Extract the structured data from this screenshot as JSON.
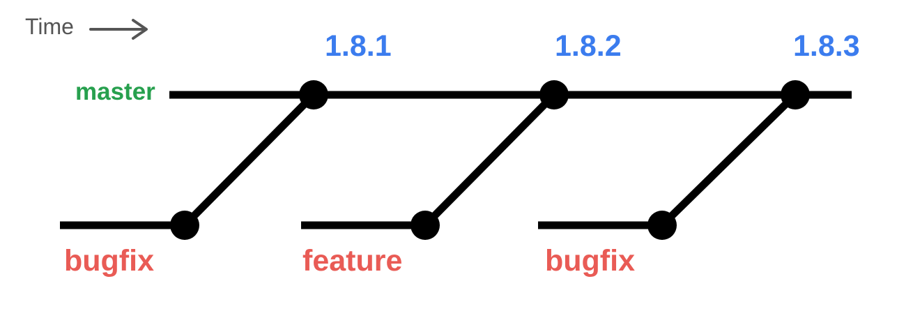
{
  "diagram": {
    "time_label": "Time",
    "colors": {
      "line-black": "#000000",
      "axis-gray": "#555555",
      "master-green": "#27a04e",
      "release-blue": "#3b7cee",
      "branch-red": "#e95b55"
    },
    "master_branch": {
      "label": "master"
    },
    "releases": [
      {
        "tag": "1.8.1"
      },
      {
        "tag": "1.8.2"
      },
      {
        "tag": "1.8.3"
      }
    ],
    "feature_branches": [
      {
        "name": "bugfix"
      },
      {
        "name": "feature"
      },
      {
        "name": "bugfix"
      }
    ]
  }
}
